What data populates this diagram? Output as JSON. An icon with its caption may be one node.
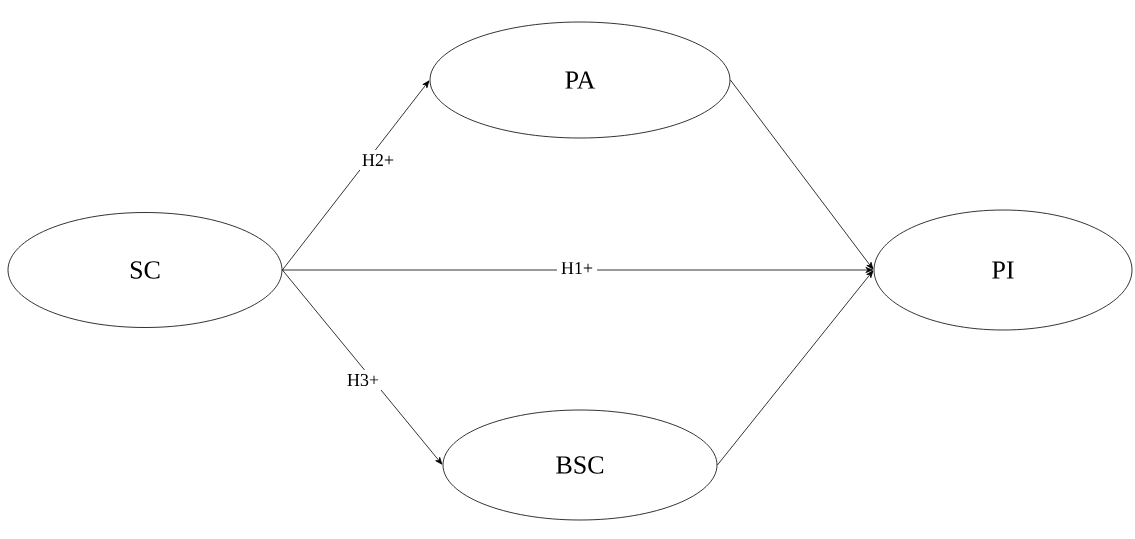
{
  "diagram": {
    "nodes": [
      {
        "text": [
          "SC"
        ]
      },
      {
        "text": [
          "PA"
        ]
      },
      {
        "text": [
          "BSC"
        ]
      },
      {
        "text": [
          "PI"
        ]
      }
    ],
    "edges": [
      {
        "from": 0,
        "to": 1,
        "arrow": "to",
        "label": "H2+"
      },
      {
        "from": 0,
        "to": 3,
        "arrow": "to",
        "label": "H1+"
      },
      {
        "from": 0,
        "to": 2,
        "arrow": "to",
        "label": "H3+"
      },
      {
        "from": 1,
        "to": 3,
        "arrow": "to"
      },
      {
        "from": 2,
        "to": 3,
        "arrow": "to"
      }
    ]
  }
}
